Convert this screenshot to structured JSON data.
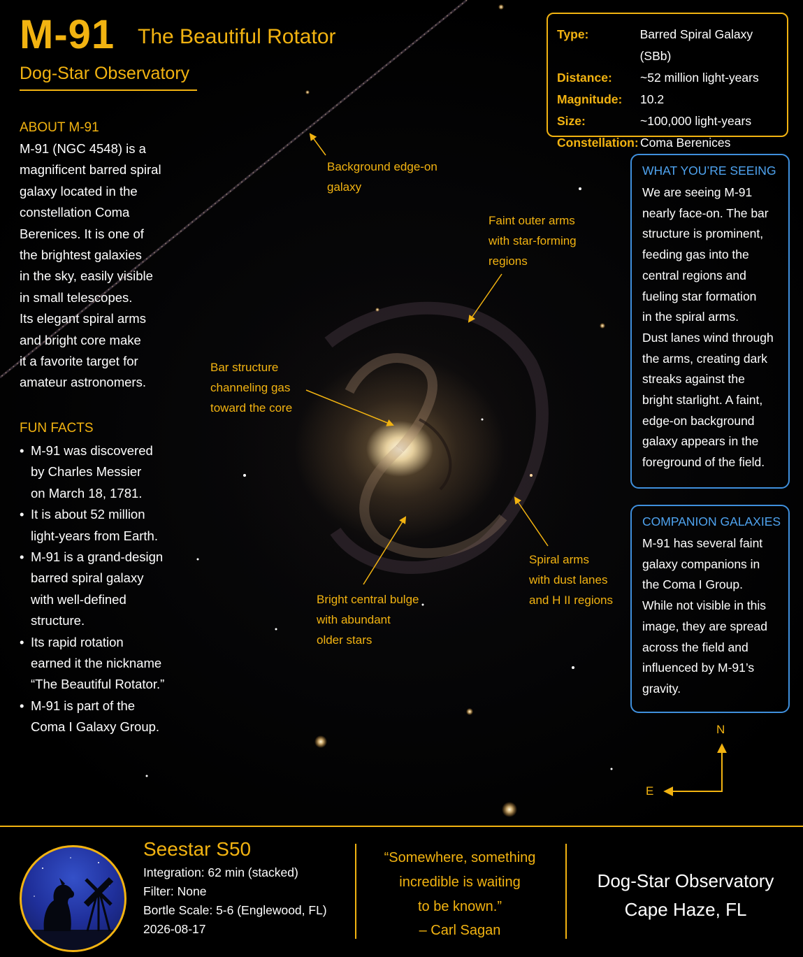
{
  "header": {
    "object": "M-91",
    "nickname": "The Beautiful Rotator",
    "observatory": "Dog-Star Observatory"
  },
  "about": {
    "heading": "ABOUT M-91",
    "lines": [
      "M-91 (NGC 4548) is a",
      "magnificent barred spiral",
      "galaxy located in the",
      "constellation Coma",
      "Berenices. It is one of",
      "the brightest galaxies",
      "in the sky, easily visible",
      "in small telescopes.",
      "Its elegant spiral arms",
      "and bright core make",
      "it a favorite target for",
      "amateur astronomers."
    ]
  },
  "fun_facts": {
    "heading": "FUN FACTS",
    "items": [
      [
        "M-91 was discovered",
        "by Charles Messier",
        "on March 18, 1781."
      ],
      [
        "It is about 52 million",
        "light-years from Earth."
      ],
      [
        "M-91 is a grand-design",
        "barred spiral galaxy",
        "with well-defined",
        "structure."
      ],
      [
        "Its rapid rotation",
        "earned it the nickname",
        "“The Beautiful Rotator.”"
      ],
      [
        "M-91 is part of the",
        "Coma I Galaxy Group."
      ]
    ]
  },
  "info": [
    {
      "label": "Type:",
      "value": "Barred Spiral Galaxy (SBb)"
    },
    {
      "label": "Distance:",
      "value": "~52 million light-years"
    },
    {
      "label": "Magnitude:",
      "value": "10.2"
    },
    {
      "label": "Size:",
      "value": "~100,000 light-years"
    },
    {
      "label": "Constellation:",
      "value": "Coma Berenices"
    }
  ],
  "seeing": {
    "heading": "WHAT YOU’RE SEEING",
    "lines": [
      "We are seeing M-91",
      "nearly face-on. The bar",
      "structure is prominent,",
      "feeding gas into the",
      "central regions and",
      "fueling star formation",
      "in the spiral arms.",
      "Dust lanes wind through",
      "the arms, creating dark",
      "streaks against the",
      "bright starlight. A faint,",
      "edge-on background",
      "galaxy appears in the",
      "foreground of the field."
    ]
  },
  "companions": {
    "heading": "COMPANION GALAXIES",
    "lines": [
      "M-91 has several faint",
      "galaxy companions in",
      "the Coma I Group.",
      "While not visible in this",
      "image, they are spread",
      "across the field and",
      "influenced by M-91’s",
      "gravity."
    ]
  },
  "annotations": {
    "background_galaxy": [
      "Background edge-on",
      "galaxy"
    ],
    "outer_arms": [
      "Faint outer arms",
      "with star-forming",
      "regions"
    ],
    "bar": [
      "Bar structure",
      "channeling gas",
      "toward the core"
    ],
    "spiral_arms": [
      "Spiral arms",
      "with dust lanes",
      "and H II regions"
    ],
    "bulge": [
      "Bright central bulge",
      "with abundant",
      "older stars"
    ]
  },
  "compass": {
    "north": "N",
    "east": "E"
  },
  "footer": {
    "telescope": "Seestar S50",
    "integration": "Integration: 62 min (stacked)",
    "filter": "Filter: None",
    "bortle": "Bortle Scale: 5-6 (Englewood, FL)",
    "date": "2026-08-17",
    "quote_lines": [
      "“Somewhere, something",
      "incredible is waiting",
      "to be known.”",
      "– Carl Sagan"
    ],
    "observatory_lines": [
      "Dog-Star Observatory",
      "Cape Haze, FL"
    ]
  },
  "colors": {
    "accent": "#f2b311",
    "panel_border": "#3f8fdc",
    "panel_heading": "#4fa3ef",
    "background": "#000000"
  }
}
